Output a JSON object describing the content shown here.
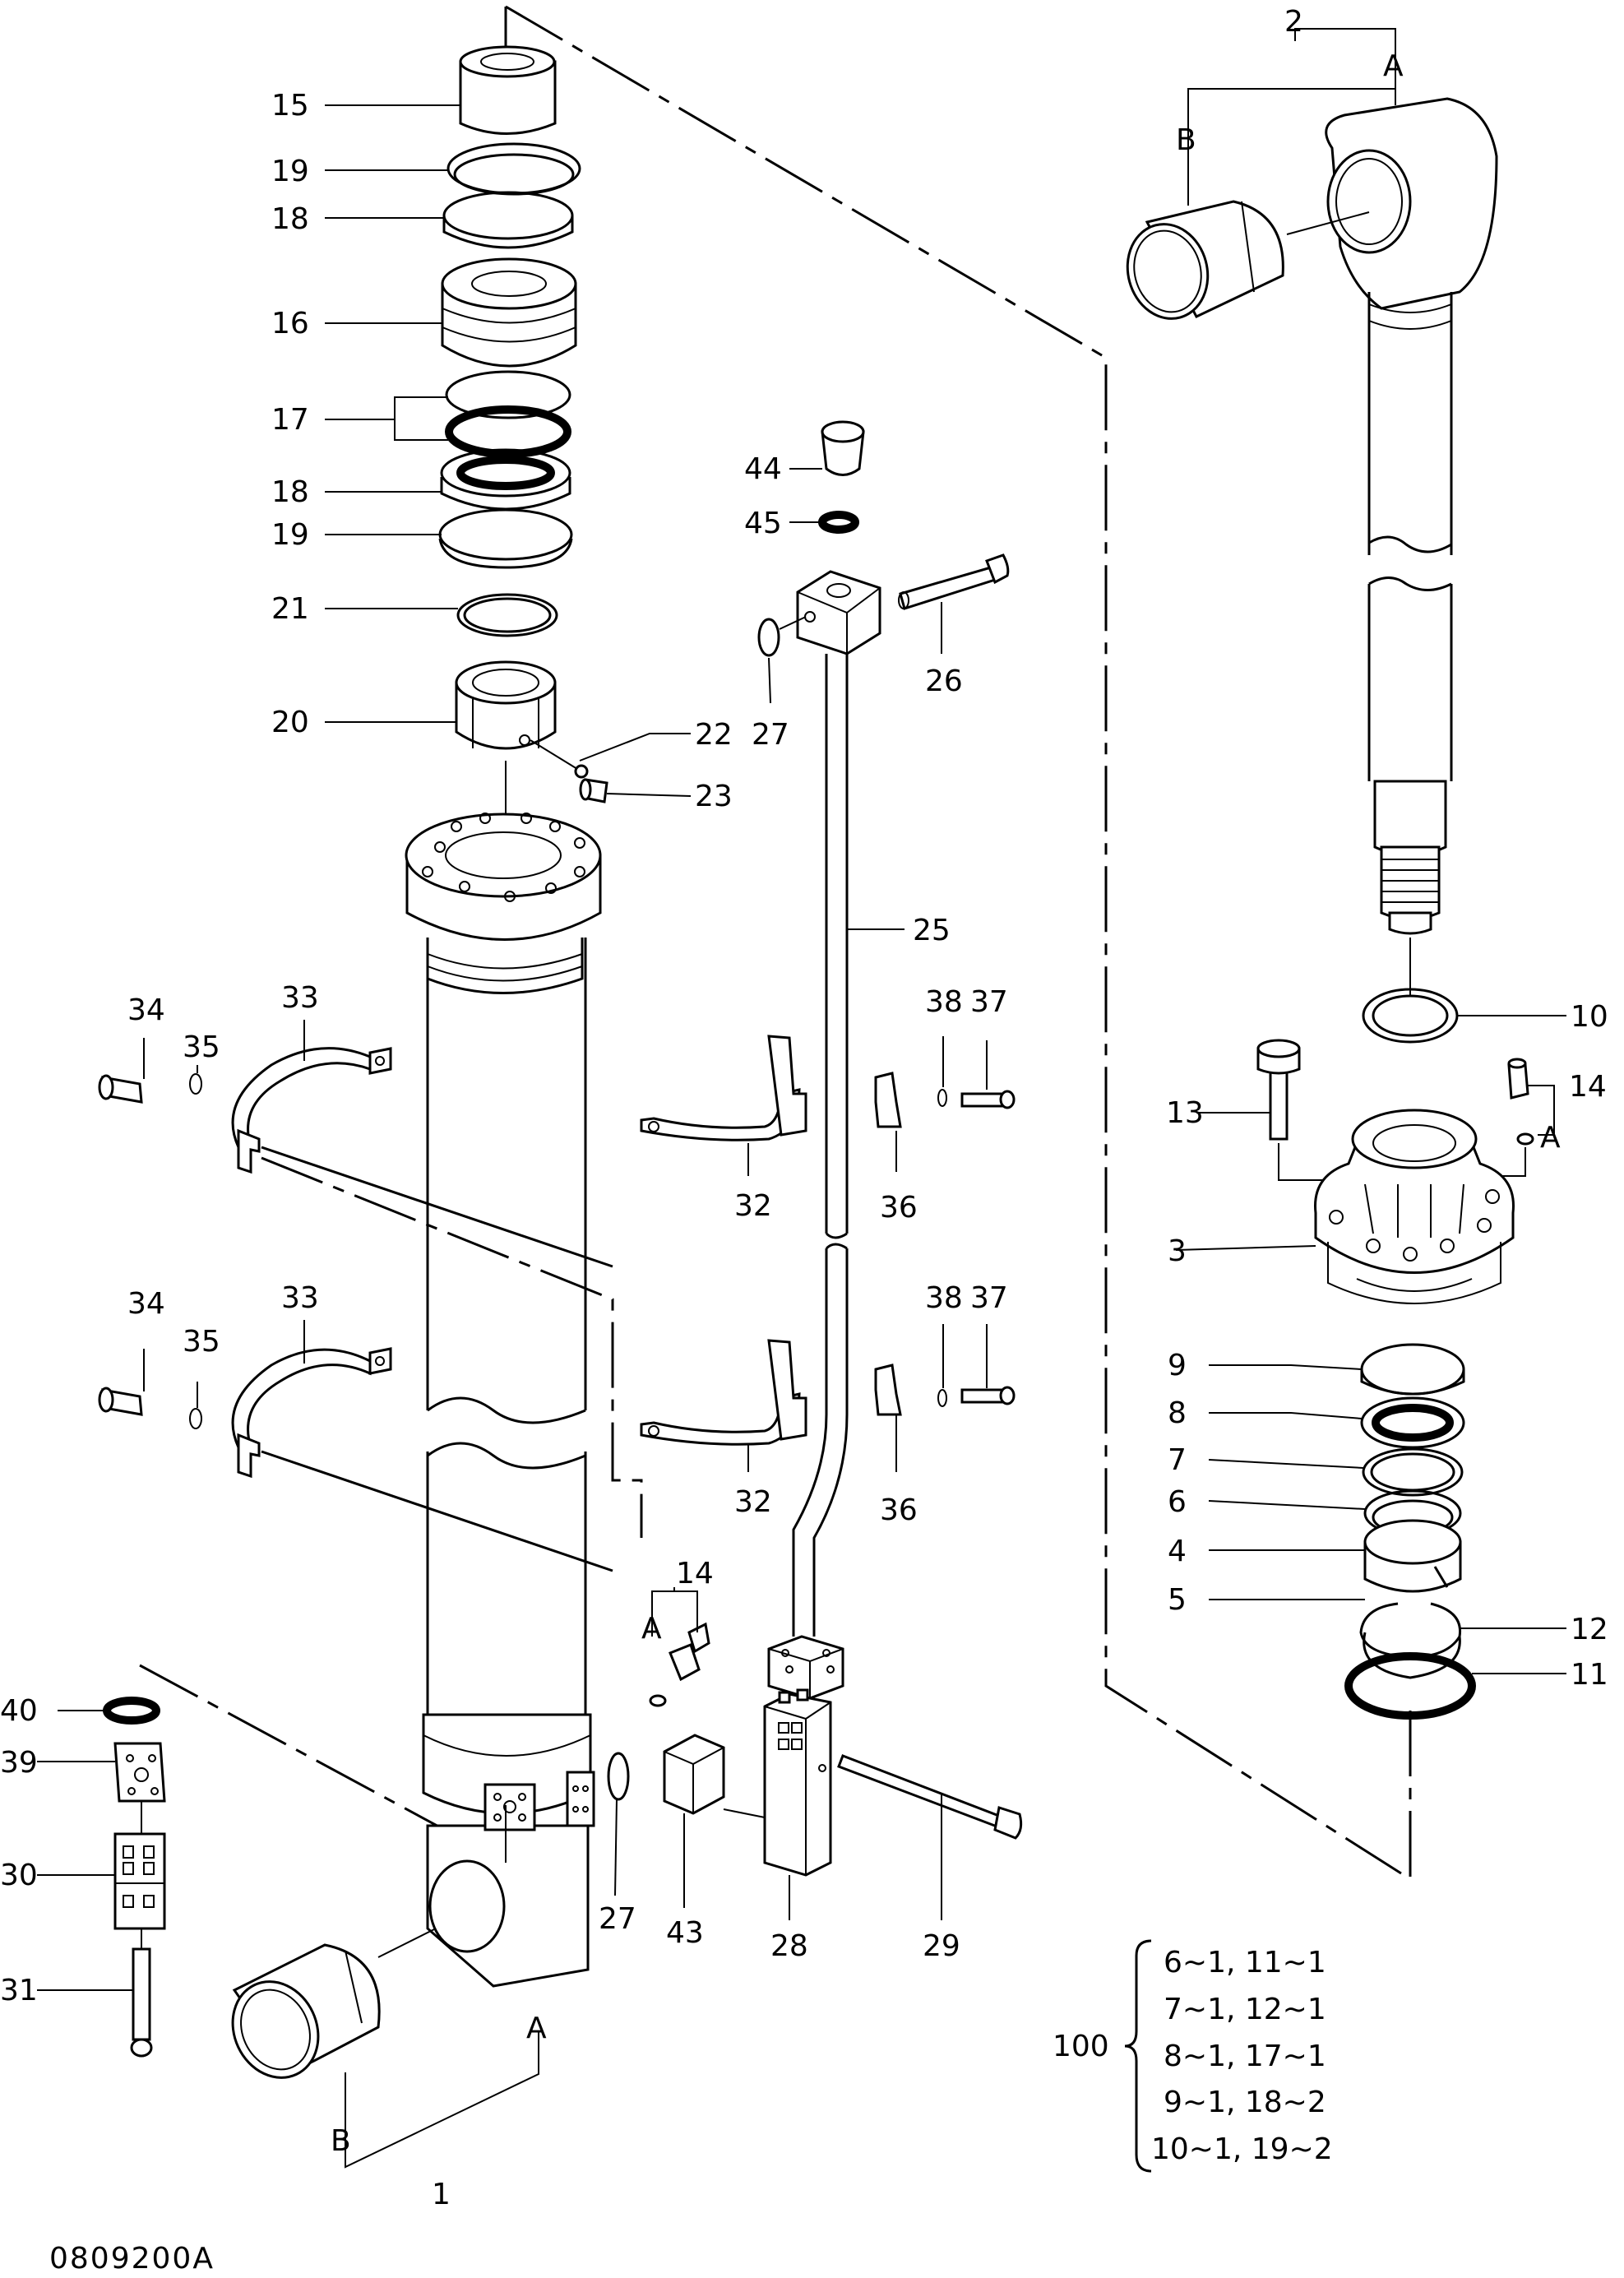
{
  "drawing_id": "0809200A",
  "callouts": {
    "c15": "15",
    "c19a": "19",
    "c18a": "18",
    "c16": "16",
    "c17": "17",
    "c18b": "18",
    "c19b": "19",
    "c21": "21",
    "c20": "20",
    "c22": "22",
    "c23": "23",
    "c44": "44",
    "c45": "45",
    "c27a": "27",
    "c26": "26",
    "c25": "25",
    "c34a": "34",
    "c35a": "35",
    "c33a": "33",
    "c32a": "32",
    "c36a": "36",
    "c38a": "38",
    "c37a": "37",
    "c34b": "34",
    "c35b": "35",
    "c33b": "33",
    "c32b": "32",
    "c36b": "36",
    "c38b": "38",
    "c37b": "37",
    "c14a": "14",
    "c40": "40",
    "c39": "39",
    "c30": "30",
    "c31": "31",
    "c27b": "27",
    "c43": "43",
    "c28": "28",
    "c29": "29",
    "c1": "1",
    "c2": "2",
    "c10": "10",
    "c13": "13",
    "c14b": "14",
    "c3": "3",
    "c9": "9",
    "c8": "8",
    "c7": "7",
    "c6": "6",
    "c4": "4",
    "c5": "5",
    "c12": "12",
    "c11": "11",
    "c100": "100"
  },
  "letters": {
    "a_top": "A",
    "b_top": "B",
    "a_bottom": "A",
    "b_bottom": "B",
    "a_grease_left": "A",
    "a_grease_right": "A"
  },
  "kit_list": [
    "6~1, 11~1",
    "7~1, 12~1",
    "8~1, 17~1",
    "9~1, 18~2",
    "10~1, 19~2"
  ]
}
